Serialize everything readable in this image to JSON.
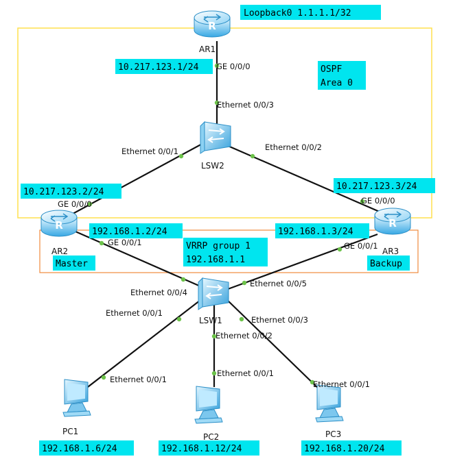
{
  "colors": {
    "ospf_area_border": "#ffe14d",
    "vrrp_border": "#f08a3c",
    "label_fill": "#00e5ef",
    "port_dot": "#6cc24a",
    "link": "#111111",
    "device_light": "#d8f3ff",
    "device_dark": "#35a7e3"
  },
  "devices": {
    "ar1": {
      "name": "AR1",
      "icon": "router-icon"
    },
    "ar2": {
      "name": "AR2",
      "icon": "router-icon"
    },
    "ar3": {
      "name": "AR3",
      "icon": "router-icon"
    },
    "lsw2": {
      "name": "LSW2",
      "icon": "switch-icon"
    },
    "lsw1": {
      "name": "LSW1",
      "icon": "switch-icon"
    },
    "pc1": {
      "name": "PC1",
      "icon": "pc-icon"
    },
    "pc2": {
      "name": "PC2",
      "icon": "pc-icon"
    },
    "pc3": {
      "name": "PC3",
      "icon": "pc-icon"
    }
  },
  "areas": {
    "ospf_line1": "OSPF",
    "ospf_line2": "Area 0",
    "vrrp_line1": "VRRP group 1",
    "vrrp_line2": "192.168.1.1"
  },
  "roles": {
    "ar2": "Master",
    "ar3": "Backup"
  },
  "addresses": {
    "ar1_loopback": "Loopback0 1.1.1.1/32",
    "ar1_ge000": "10.217.123.1/24",
    "ar2_ge000": "10.217.123.2/24",
    "ar3_ge000": "10.217.123.3/24",
    "ar2_ge001": "192.168.1.2/24",
    "ar3_ge001": "192.168.1.3/24",
    "pc1": "192.168.1.6/24",
    "pc2": "192.168.1.12/24",
    "pc3": "192.168.1.20/24"
  },
  "ports": {
    "ar1_ge000": "GE 0/0/0",
    "lsw2_e003": "Ethernet 0/0/3",
    "lsw2_e001": "Ethernet 0/0/1",
    "lsw2_e002": "Ethernet 0/0/2",
    "ar2_ge000": "GE 0/0/0",
    "ar3_ge000": "GE 0/0/0",
    "ar2_ge001": "GE 0/0/1",
    "ar3_ge001": "GE 0/0/1",
    "lsw1_e004": "Ethernet 0/0/4",
    "lsw1_e005": "Ethernet 0/0/5",
    "lsw1_e001": "Ethernet 0/0/1",
    "lsw1_e002": "Ethernet 0/0/2",
    "lsw1_e003": "Ethernet 0/0/3",
    "pc1_e001": "Ethernet 0/0/1",
    "pc2_e001": "Ethernet 0/0/1",
    "pc3_e001": "Ethernet 0/0/1"
  }
}
